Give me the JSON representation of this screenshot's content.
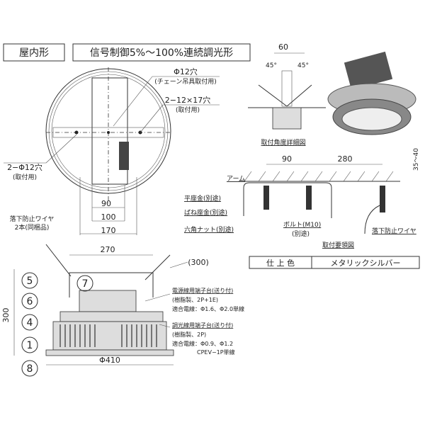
{
  "header": {
    "type_label": "屋内形",
    "control_label": "信号制御5%～100%連続調光形"
  },
  "top_view": {
    "hole_chain": "Φ12穴",
    "hole_chain_note": "(チェーン吊具取付用)",
    "hole_slot": "2−12×17穴",
    "hole_slot_note": "(取付用)",
    "hole_side": "2−Φ12穴",
    "hole_side_note": "(取付用)",
    "dim_90": "90",
    "dim_100": "100",
    "dim_170": "170"
  },
  "side_view": {
    "wire_label_1": "落下防止ワイヤ",
    "wire_label_2": "2本(同梱品)",
    "dim_270": "270",
    "dim_300_paren": "(300)",
    "dim_300": "300",
    "dim_410": "Φ410",
    "callouts": [
      "5",
      "6",
      "4",
      "1",
      "7",
      "8"
    ],
    "power_terminal": [
      "電源線用端子台(送り付)",
      "(樹脂製、2P+1E)",
      "適合電線：Φ1.6、Φ2.0単線"
    ],
    "dimming_terminal": [
      "調光線用端子台(送り付)",
      "(樹脂製、2P)",
      "適合電線：Φ0.9、Φ1.2",
      "CPEV−1P単線"
    ]
  },
  "angle_detail": {
    "dim_60": "60",
    "angle_left": "45°",
    "angle_right": "45°",
    "title": "取付角度詳細図"
  },
  "mount_detail": {
    "dim_90": "90",
    "dim_280": "280",
    "dim_gap": "35～40",
    "arm": "アーム",
    "flat_washer": "平座金(別途)",
    "spring_washer": "ばね座金(別途)",
    "hex_nut": "六角ナット(別途)",
    "bolt": "ボルト(M10)",
    "bolt_note": "(別途)",
    "wire": "落下防止ワイヤ",
    "title": "取付要領図"
  },
  "finish_table": {
    "label": "仕 上 色",
    "value": "メタリックシルバー"
  }
}
